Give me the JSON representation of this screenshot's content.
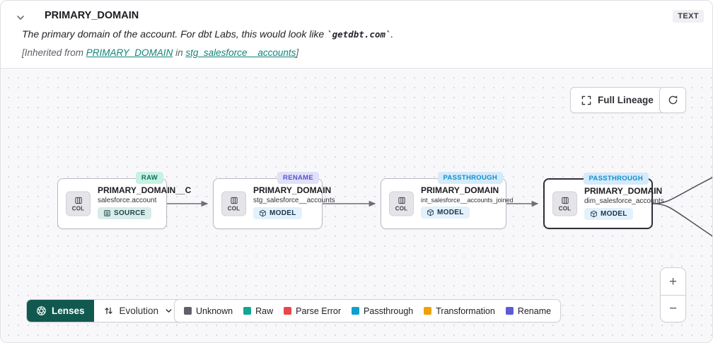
{
  "header": {
    "title": "PRIMARY_DOMAIN",
    "type_badge": "TEXT",
    "description": {
      "prefix": "The primary domain of the account. For dbt Labs, this would look like ",
      "code": "`getdbt.com`",
      "suffix": "."
    },
    "inherited": {
      "prefix": "[Inherited from ",
      "column_link": "PRIMARY_DOMAIN",
      "middle": " in ",
      "model_link": "stg_salesforce__accounts",
      "suffix": "]"
    }
  },
  "toolbar": {
    "full_lineage_label": "Full Lineage"
  },
  "graph": {
    "nodes": [
      {
        "transform_badge": "RAW",
        "title": "PRIMARY_DOMAIN__C",
        "subtitle": "salesforce.account",
        "resource_type": "SOURCE",
        "col_label": "COL"
      },
      {
        "transform_badge": "RENAME",
        "title": "PRIMARY_DOMAIN",
        "subtitle": "stg_salesforce__accounts",
        "resource_type": "MODEL",
        "col_label": "COL"
      },
      {
        "transform_badge": "PASSTHROUGH",
        "title": "PRIMARY_DOMAIN",
        "subtitle": "int_salesforce__accounts_joined",
        "resource_type": "MODEL",
        "col_label": "COL"
      },
      {
        "transform_badge": "PASSTHROUGH",
        "title": "PRIMARY_DOMAIN",
        "subtitle": "dim_salesforce_accounts",
        "resource_type": "MODEL",
        "col_label": "COL"
      }
    ]
  },
  "footer": {
    "lenses_label": "Lenses",
    "evolution_label": "Evolution",
    "legend": [
      {
        "label": "Unknown",
        "color": "#60606a"
      },
      {
        "label": "Raw",
        "color": "#12a594"
      },
      {
        "label": "Parse Error",
        "color": "#e5484d"
      },
      {
        "label": "Passthrough",
        "color": "#0e9fd0"
      },
      {
        "label": "Transformation",
        "color": "#efa00b"
      },
      {
        "label": "Rename",
        "color": "#5b5bd6"
      }
    ]
  },
  "zoom_controls": {
    "zoom_in": "+",
    "zoom_out": "−"
  },
  "colors": {
    "accent_teal": "#11594f",
    "link_teal": "#12847a",
    "edge": "#6e6e78",
    "canvas_bg": "#f8f8fa"
  }
}
